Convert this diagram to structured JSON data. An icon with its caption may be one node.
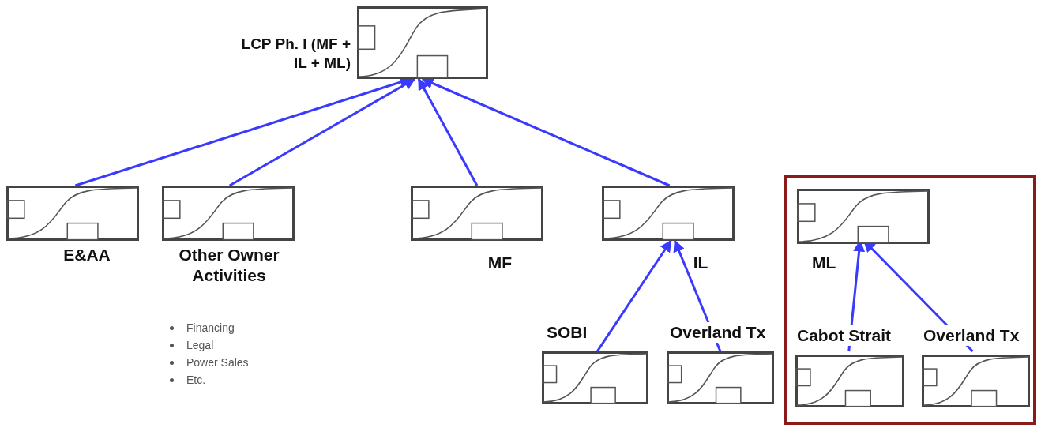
{
  "diagram": {
    "nodes": [
      {
        "text": [
          "LCP Ph. I (MF + IL + ML)"
        ]
      },
      {
        "text": [
          "E&AA"
        ]
      },
      {
        "text": [
          "Other Owner Activities",
          "Financing",
          "Legal",
          "Power Sales",
          "Etc."
        ]
      },
      {
        "text": [
          "MF"
        ]
      },
      {
        "text": [
          "IL"
        ]
      },
      {
        "text": [],
        "shape": "box"
      },
      {
        "text": [
          "ML"
        ],
        "in": 5
      },
      {
        "text": [
          "SOBI"
        ]
      },
      {
        "text": [
          "Overland Tx"
        ]
      },
      {
        "text": [
          "Cabot Strait"
        ],
        "in": 5
      },
      {
        "text": [
          "Overland Tx"
        ],
        "in": 5
      }
    ],
    "edges": [
      {
        "from": 1,
        "to": 0,
        "arrow": "to"
      },
      {
        "from": 2,
        "to": 0,
        "arrow": "to"
      },
      {
        "from": 3,
        "to": 0,
        "arrow": "to"
      },
      {
        "from": 4,
        "to": 0,
        "arrow": "to"
      },
      {
        "from": 7,
        "to": 4,
        "arrow": "to"
      },
      {
        "from": 8,
        "to": 4,
        "arrow": "to"
      },
      {
        "from": 9,
        "to": 6,
        "arrow": "to"
      },
      {
        "from": 10,
        "to": 6,
        "arrow": "to"
      }
    ]
  }
}
